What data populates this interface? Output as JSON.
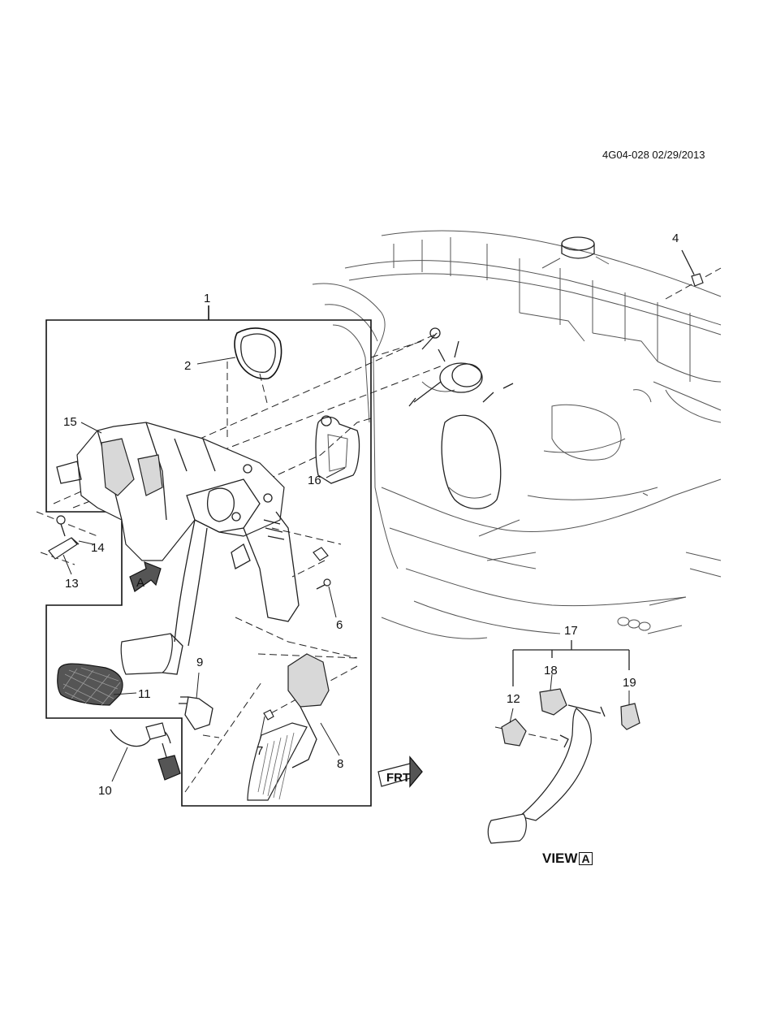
{
  "reference_code": "4G04-028 02/29/2013",
  "view_label": {
    "text": "VIEW",
    "box": "A"
  },
  "arrow_a_label": "A",
  "front_label": "FRT",
  "callouts": {
    "c1": "1",
    "c2": "2",
    "c4": "4",
    "c6": "6",
    "c7": "7",
    "c8": "8",
    "c9": "9",
    "c10": "10",
    "c11": "11",
    "c12": "12",
    "c13": "13",
    "c14": "14",
    "c15": "15",
    "c16": "16",
    "c17": "17",
    "c18": "18",
    "c19": "19"
  }
}
